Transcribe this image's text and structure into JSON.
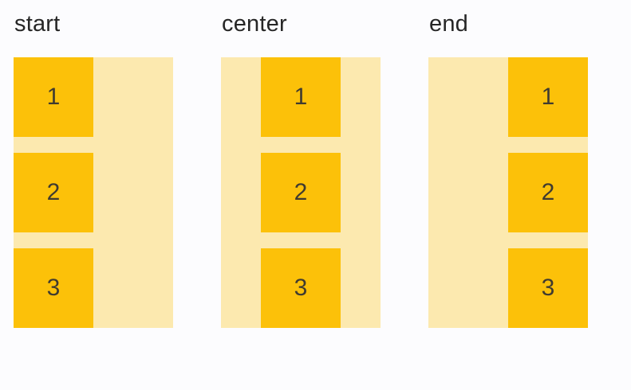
{
  "colors": {
    "page_background": "#FCFCFE",
    "box": "#FCC109",
    "track": "#FCE9AF",
    "label_text": "#262626",
    "number_text": "#403B30"
  },
  "groups": [
    {
      "label": "start",
      "alignment": "start",
      "items": [
        "1",
        "2",
        "3"
      ]
    },
    {
      "label": "center",
      "alignment": "center",
      "items": [
        "1",
        "2",
        "3"
      ]
    },
    {
      "label": "end",
      "alignment": "end",
      "items": [
        "1",
        "2",
        "3"
      ]
    }
  ]
}
